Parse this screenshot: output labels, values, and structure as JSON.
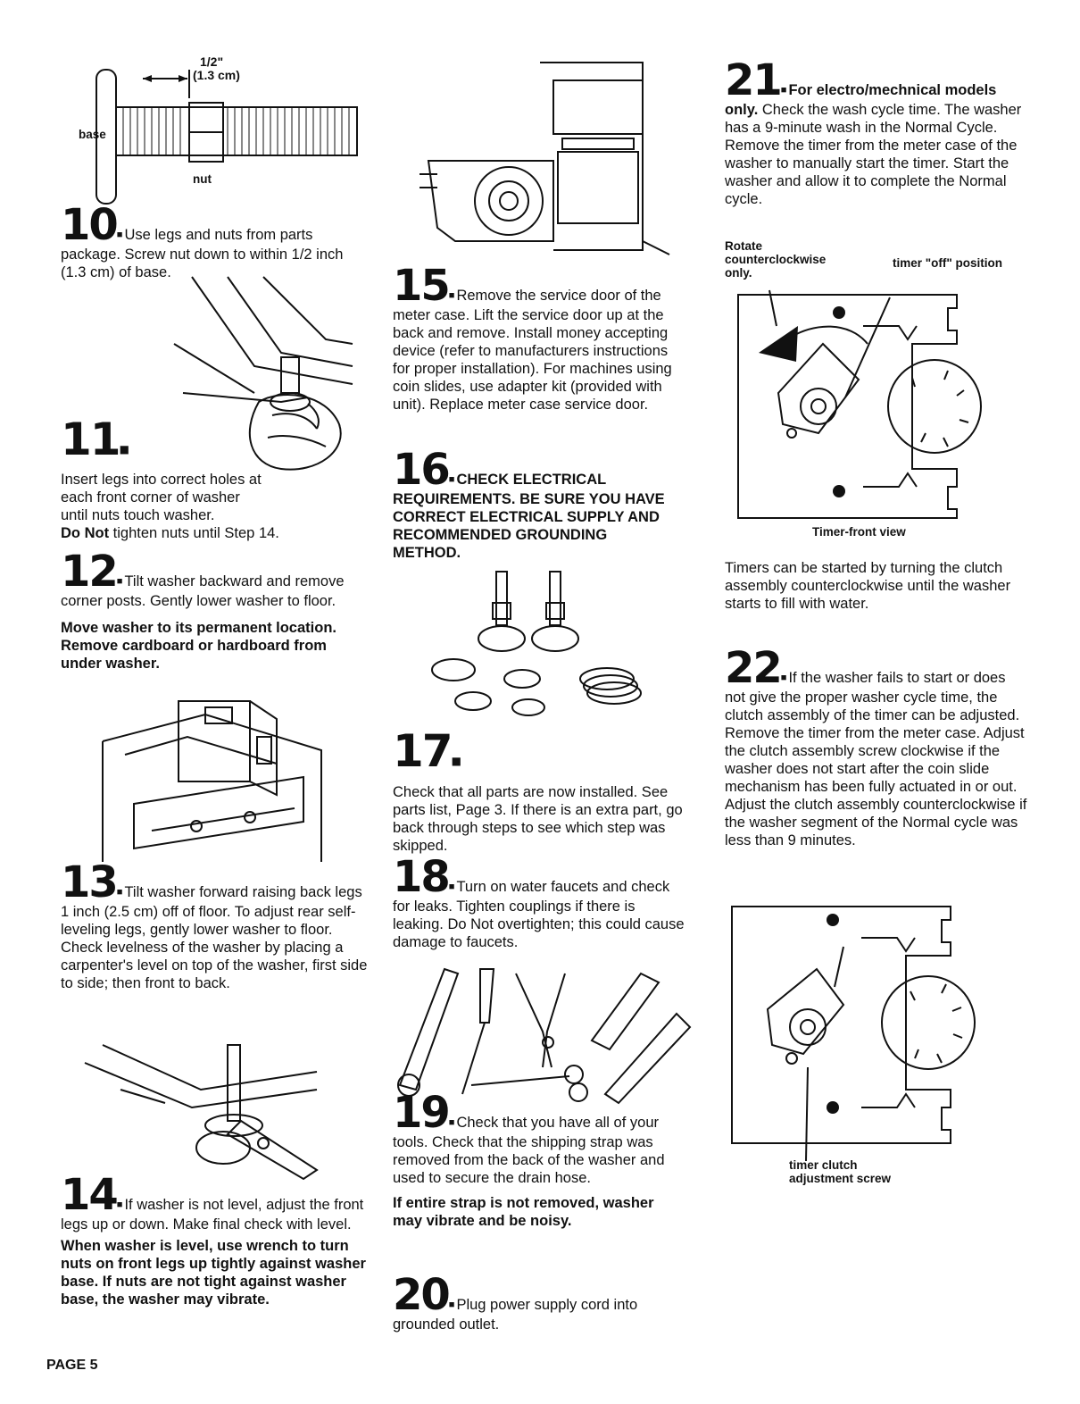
{
  "page_label": "PAGE 5",
  "fig_nut": {
    "half_inch": "1/2\"",
    "cm": "(1.3 cm)",
    "base": "base",
    "nut": "nut"
  },
  "steps": {
    "s10": {
      "num": "10",
      "text": "Use legs and nuts from parts package. Screw nut down to within 1/2 inch (1.3 cm) of base."
    },
    "s11": {
      "num": "11",
      "text": "Insert legs into correct holes at each front corner of washer until nuts touch washer.",
      "bold_prefix": "Do Not",
      "text2": " tighten nuts until Step 14."
    },
    "s12": {
      "num": "12",
      "text": "Tilt washer backward and remove corner posts. Gently lower washer to floor.",
      "bold_note": "Move washer to its permanent location. Remove cardboard or hardboard from under washer."
    },
    "s13": {
      "num": "13",
      "text": "Tilt washer forward raising back legs 1 inch (2.5 cm) off of floor. To adjust rear self-leveling legs, gently lower washer to floor. Check levelness of the washer by placing a carpenter's level on top of the washer, first side to side; then front to back."
    },
    "s14": {
      "num": "14",
      "text": "If washer is not level, adjust the front legs up or down. Make final check with level.",
      "bold_note": "When washer is level, use wrench to turn nuts on front legs up tightly against washer base. If nuts are not tight against washer base, the washer may vibrate."
    },
    "s15": {
      "num": "15",
      "text": "Remove the service door of the meter case. Lift the service door up at the back and remove. Install money accepting device (refer to manufacturers instructions for proper installation). For machines using coin slides, use adapter kit (provided with unit). Replace meter case service door."
    },
    "s16": {
      "num": "16",
      "text": "CHECK ELECTRICAL REQUIREMENTS. BE SURE YOU HAVE CORRECT ELECTRICAL SUPPLY AND RECOMMENDED GROUNDING METHOD."
    },
    "s17": {
      "num": "17",
      "text": "Check that all parts are now installed. See parts list, Page 3. If there is an extra part, go back through steps to see which step was skipped."
    },
    "s18": {
      "num": "18",
      "text": "Turn on water faucets and check for leaks. Tighten couplings if there is leaking. Do Not overtighten; this could cause damage to faucets."
    },
    "s19": {
      "num": "19",
      "text": "Check that you have all of your tools. Check that the shipping strap was removed from the back of the washer and used to secure the drain hose.",
      "bold_note": "If entire strap is not removed, washer may vibrate and be noisy."
    },
    "s20": {
      "num": "20",
      "text": "Plug power supply cord into grounded outlet."
    },
    "s21": {
      "num": "21",
      "bold_prefix": "For electro/mechnical models only.",
      "text": " Check the wash cycle time. The washer has a 9-minute wash in the Normal Cycle. Remove the timer from the meter case of the washer to manually start the timer. Start the washer and allow it to complete the Normal cycle.",
      "note": "Timers can be started by turning the clutch assembly counterclockwise until the washer starts to fill with water."
    },
    "s22": {
      "num": "22",
      "text": "If the washer fails to start or does not give the proper washer cycle time, the clutch assembly of the timer can be adjusted. Remove the timer from the meter case. Adjust the clutch assembly screw clockwise if the washer does not start after the coin slide mechanism has been fully actuated in or out. Adjust the clutch assembly counterclockwise if the washer segment of the Normal cycle was less than 9 minutes."
    }
  },
  "fig_timer": {
    "rotate": "Rotate counterclockwise only.",
    "off_pos": "timer \"off\" position",
    "caption": "Timer-front view"
  },
  "fig_clutch": {
    "caption": "timer clutch adjustment screw"
  },
  "icons": [
    "bullet-square-icon",
    "washer-illustration",
    "tools-illustration",
    "leveling-legs-illustration",
    "timer-illustration"
  ]
}
